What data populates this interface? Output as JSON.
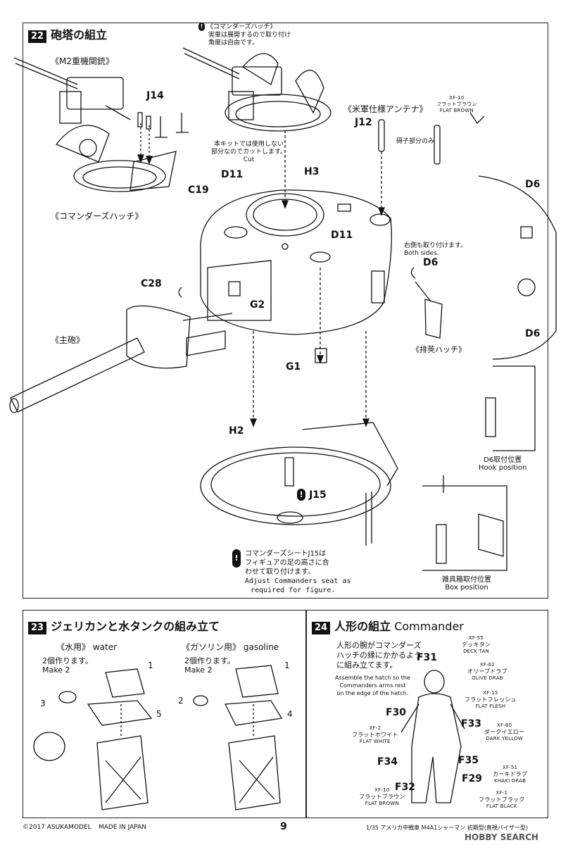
{
  "step22": {
    "number": "22",
    "title": "砲塔の組立",
    "m2_label": "《M2重機関銃》",
    "commander_hatch_top": "《コマンダーズハッチ》",
    "commander_hatch_note1": "実車は展開するので取り付け",
    "commander_hatch_note2": "角度は自由です。",
    "commander_hatch_left": "《コマンダーズハッチ》",
    "antenna_label": "《米軍仕様アンテナ》",
    "insulator_note": "碍子部分のみ",
    "cut_note1": "本キットでは使用しない",
    "cut_note2": "部分なのでカットします。",
    "cut_en": "Cut",
    "main_gun": "《主砲》",
    "both_sides_jp": "右側も取り付けます。",
    "both_sides_en": "Both sides.",
    "exhaust_hatch": "《排莢ハッチ》",
    "seat_note_jp1": "コマンダーズシートJ15は",
    "seat_note_jp2": "フィギュアの足の高さに合",
    "seat_note_jp3": "わせて取り付けます。",
    "seat_note_en1": "Adjust Commanders seat as",
    "seat_note_en2": "required for figure.",
    "hook_jp": "D6取付位置",
    "hook_en": "Hook position",
    "box_jp": "雑具箱取付位置",
    "box_en": "Box position",
    "parts": {
      "j14": "J14",
      "j12": "J12",
      "h3": "H3",
      "d11a": "D11",
      "d11b": "D11",
      "c19": "C19",
      "c28": "C28",
      "g2": "G2",
      "g1": "G1",
      "d6a": "D6",
      "d6b": "D6",
      "d6c": "D6",
      "h2": "H2",
      "j15": "J15"
    },
    "paint": {
      "code": "XF-10",
      "jp": "フラットブラウン",
      "en": "FLAT BROWN"
    }
  },
  "step23": {
    "number": "23",
    "title": "ジェリカンと水タンクの組み立て",
    "water_label": "《水用》",
    "water_en": "water",
    "gas_label": "《ガソリン用》",
    "gas_en": "gasoline",
    "make_jp": "2個作ります。",
    "make_en": "Make 2",
    "nums_water": [
      "1",
      "3",
      "5"
    ],
    "nums_gas": [
      "1",
      "2",
      "4"
    ]
  },
  "step24": {
    "number": "24",
    "title": "人形の組立",
    "title_en": "Commander",
    "note_jp1": "人形の腕がコマンダーズ",
    "note_jp2": "ハッチの縁にかかるよう",
    "note_jp3": "に組み立てます。",
    "note_en1": "Assemble the hatch so  the",
    "note_en2": "Commanders arms rest",
    "note_en3": "on the edge of the hatch.",
    "parts": [
      "F31",
      "F30",
      "F33",
      "F34",
      "F35",
      "F29",
      "F32"
    ],
    "paints": [
      {
        "code": "XF-55",
        "jp": "デッキタン",
        "en": "DECK TAN"
      },
      {
        "code": "XF-62",
        "jp": "オリーブドラブ",
        "en": "OLIVE DRAB"
      },
      {
        "code": "XF-15",
        "jp": "フラットフレッシュ",
        "en": "FLAT FLESH"
      },
      {
        "code": "XF-60",
        "jp": "ダークイエロー",
        "en": "DARK YELLOW"
      },
      {
        "code": "XF-2",
        "jp": "フラットホワイト",
        "en": "FLAT WHITE"
      },
      {
        "code": "XF-51",
        "jp": "カーキドラブ",
        "en": "KHAKI DRAB"
      },
      {
        "code": "XF-10",
        "jp": "フラットブラウン",
        "en": "FLAT BROWN"
      },
      {
        "code": "XF-1",
        "jp": "フラットブラック",
        "en": "FLAT BLACK"
      }
    ]
  },
  "footer": {
    "copyright": "©2017 ASUKAMODEL",
    "made_in": "MADE IN JAPAN",
    "page": "9",
    "product": "1/35 アメリカ中戦車 M4A1シャーマン 初期型(直視バイザー型)",
    "watermark": "HOBBY SEARCH"
  }
}
